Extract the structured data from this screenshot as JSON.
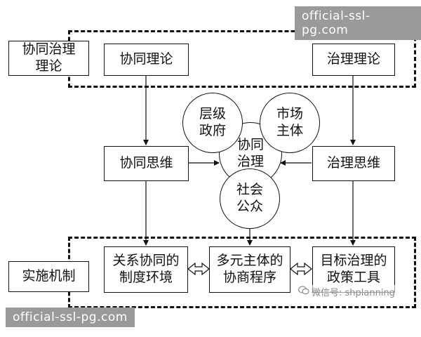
{
  "labels": {
    "theory_header": "协同治理\n理论",
    "mechanism_header": "实施机制",
    "synergy_theory": "协同理论",
    "governance_theory": "治理理论",
    "synergy_thinking": "协同思维",
    "governance_thinking": "治理思维",
    "circle_government": "层级\n政府",
    "circle_market": "市场\n主体",
    "circle_center": "协同\n治理",
    "circle_public": "社会\n公众",
    "relation_environment": "关系协同的\n制度环境",
    "procedure": "多元主体的\n协商程序",
    "policy_tools": "目标治理的\n政策工具"
  },
  "watermarks": {
    "top": "official-ssl-pg.com",
    "bottom": "official-ssl-pg.com",
    "wechat": "微信号: shplanning"
  }
}
